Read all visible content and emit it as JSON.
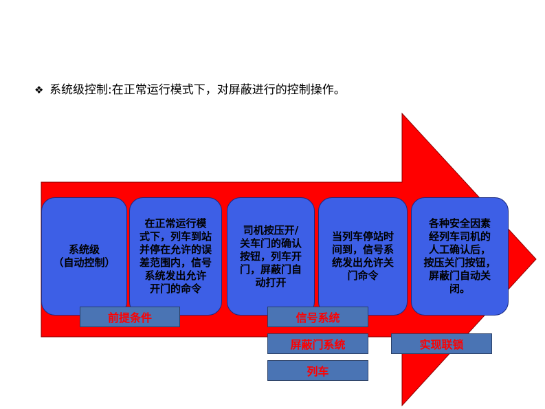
{
  "heading": {
    "bullet": "❖",
    "text": "系统级控制:在正常运行模式下，对屏蔽进行的控制操作。"
  },
  "boxes": [
    {
      "label": "系统级\n（自动控制）"
    },
    {
      "label": "在正常运行模\n式下，列车到站\n并停在允许的误\n差范围内，信号\n系统发出允许\n开门的命令"
    },
    {
      "label": "司机按压开/\n关车门的确认\n按钮，列车开\n门，屏蔽门自\n动打开"
    },
    {
      "label": "当列车停站时\n间到，信号系\n统发出允许关\n门命令"
    },
    {
      "label": "各种安全因素\n经列车司机的\n人工确认后，\n按压关门按钮，\n屏蔽门自动关\n闭。"
    }
  ],
  "tags": {
    "precondition": "前提条件",
    "signal": "信号系统",
    "psd": "屏蔽门系统",
    "train": "列车",
    "interlock": "实现联锁"
  },
  "colors": {
    "arrow": "#ff0000",
    "box": "#3d5fe6",
    "tag_fill": "#4a74b4",
    "tag_text": "#ff0000"
  }
}
